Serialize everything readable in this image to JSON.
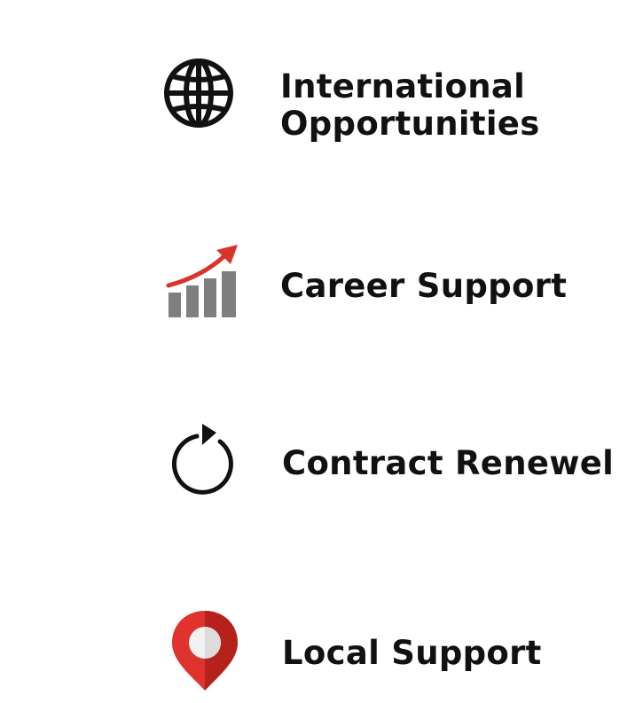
{
  "features": [
    {
      "id": "international",
      "icon": "globe-icon",
      "label_lines": [
        "International",
        "Opportunities"
      ]
    },
    {
      "id": "career",
      "icon": "growth-chart-icon",
      "label": "Career Support"
    },
    {
      "id": "contract",
      "icon": "refresh-arrow-icon",
      "label": "Contract Renewel"
    },
    {
      "id": "local",
      "icon": "location-pin-icon",
      "label": "Local Support"
    }
  ],
  "colors": {
    "text": "#111111",
    "chart_bars": "#7f7f7f",
    "chart_arrow": "#d9332b",
    "pin_red": "#e0332d",
    "pin_dark_red": "#b5221c",
    "pin_center": "#f2f2f2"
  }
}
